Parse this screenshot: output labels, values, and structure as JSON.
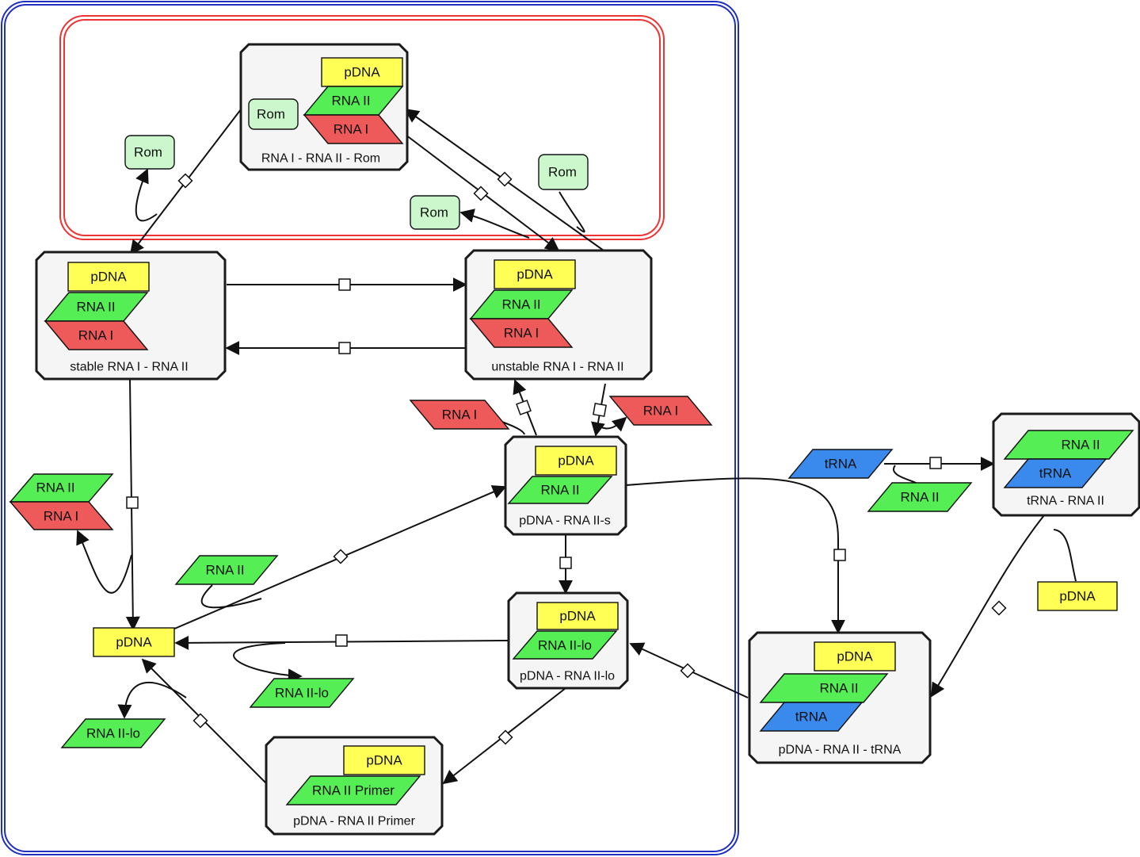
{
  "colors": {
    "pdna": "#ffff55",
    "rna2": "#55ee55",
    "rna1": "#ee5a5a",
    "trna": "#3a8aee",
    "rom": "#ccf7cc",
    "compartment_outer": "#1f2fbf",
    "compartment_inner": "#ee3333"
  },
  "complexes": {
    "rom_complex": "RNA I - RNA II - Rom",
    "stable": "stable RNA I - RNA II",
    "unstable": "unstable RNA I - RNA II",
    "rna2s": "pDNA - RNA II-s",
    "rna2lo": "pDNA - RNA II-lo",
    "primer": "pDNA - RNA II Primer",
    "trna_rna2": "tRNA - RNA II",
    "pdna_rna2_trna": "pDNA - RNA II - tRNA"
  },
  "species": {
    "pdna": "pDNA",
    "rna2": "RNA II",
    "rna1": "RNA I",
    "rom": "Rom",
    "trna": "tRNA",
    "rna2lo": "RNA II-lo",
    "rna2primer": "RNA II Primer"
  }
}
